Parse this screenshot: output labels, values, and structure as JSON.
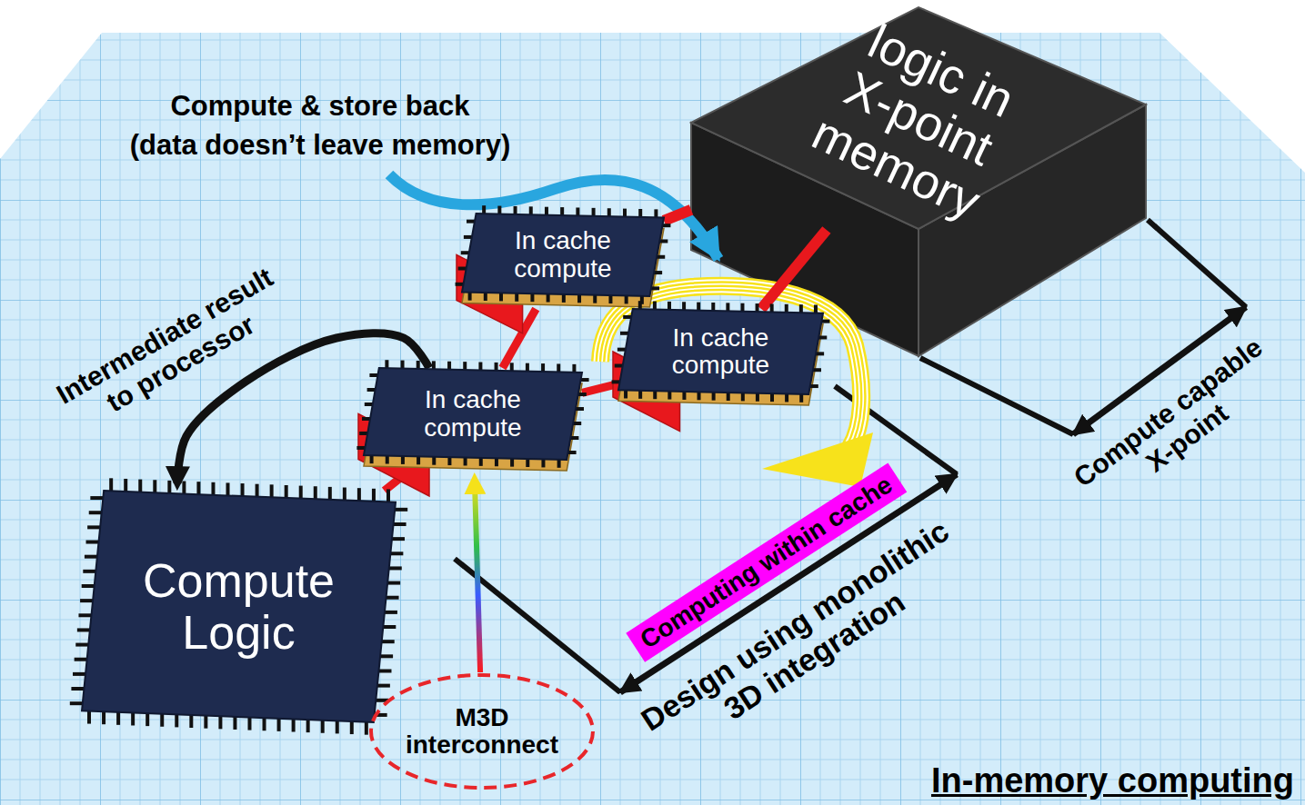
{
  "diagram": {
    "title": "In-memory computing",
    "nodes": [
      {
        "text": [
          "logic in X-point memory"
        ]
      },
      {
        "text": [
          "In cache compute"
        ]
      },
      {
        "text": [
          "In cache compute"
        ]
      },
      {
        "text": [
          "In cache compute"
        ]
      },
      {
        "text": [
          "Compute Logic"
        ]
      },
      {
        "text": [
          "M3D interconnect"
        ]
      },
      {
        "text": [
          "Computing within cache"
        ]
      }
    ],
    "edges": [
      {
        "from": 0,
        "to": 1,
        "arrow": "none"
      },
      {
        "from": 0,
        "to": 2,
        "arrow": "none"
      },
      {
        "from": 1,
        "to": 3,
        "arrow": "none"
      },
      {
        "from": 3,
        "to": 2,
        "arrow": "none"
      },
      {
        "from": 3,
        "to": 4,
        "arrow": "none"
      },
      {
        "from": 3,
        "to": 4,
        "arrow": "to",
        "label": "Intermediate result to processor"
      },
      {
        "from": 5,
        "to": 3,
        "arrow": "to"
      }
    ],
    "labels": [
      "Compute & store back",
      "(data doesn’t leave memory)",
      "Design using monolithic 3D integration",
      "Compute capable X-point"
    ]
  }
}
